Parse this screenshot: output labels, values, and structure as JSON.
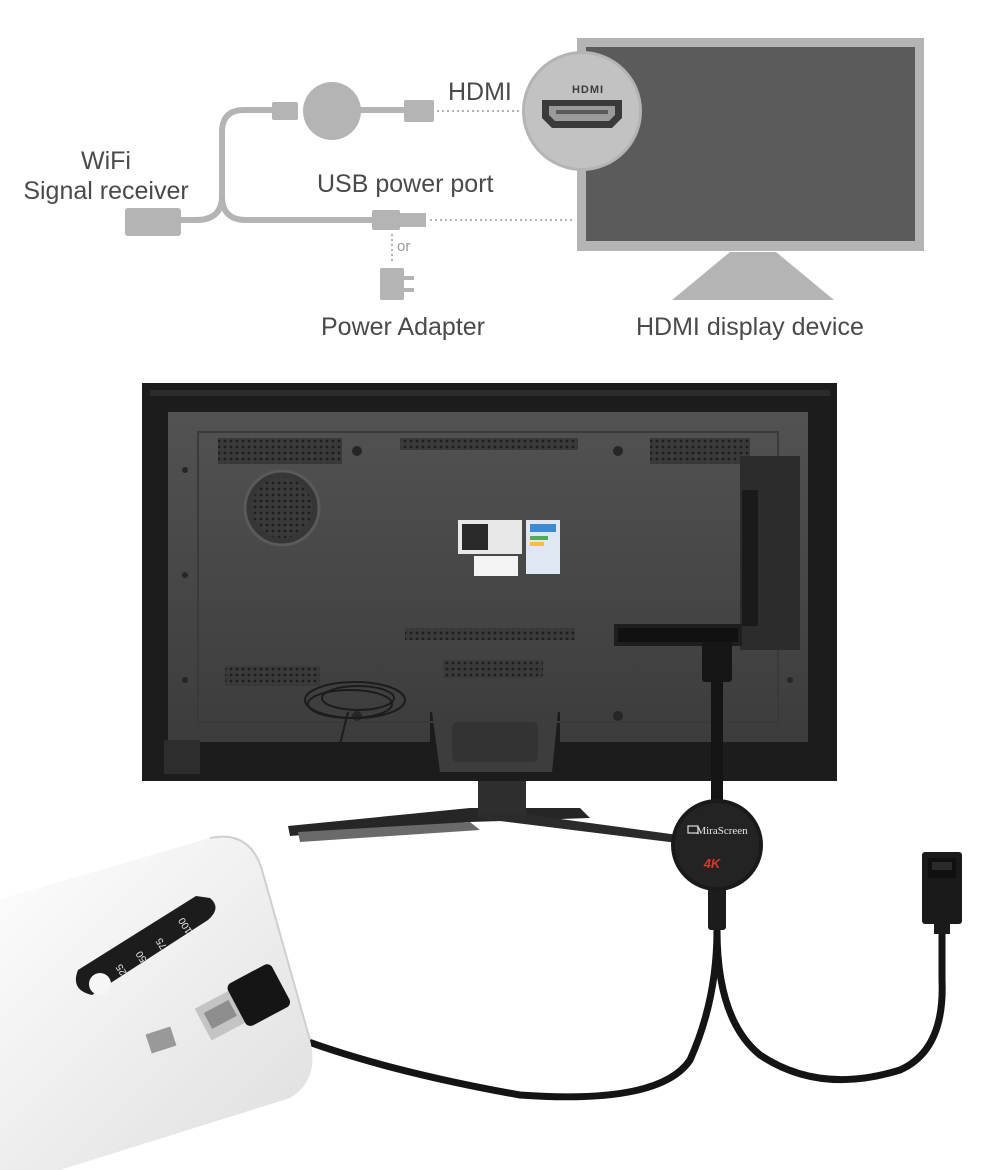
{
  "diagram": {
    "wifi_label": [
      "WiFi",
      "Signal receiver"
    ],
    "hdmi_label": "HDMI",
    "hdmi_port_text": "HDMI",
    "usb_label": "USB power port",
    "or_label": "or",
    "adapter_label": "Power Adapter",
    "display_label": "HDMI display device"
  },
  "photo": {
    "dongle_brand": "MiraScreen",
    "dongle_badge": "4K",
    "powerbank_levels": [
      "100",
      "75",
      "50",
      "25"
    ]
  },
  "colors": {
    "diagram_gray": "#b4b4b4",
    "screen_dark": "#5b5b5b",
    "tv_back": "#474747",
    "tv_frame": "#1c1c1c",
    "cable_black": "#141414",
    "powerbank_white": "#f3f3f3"
  }
}
